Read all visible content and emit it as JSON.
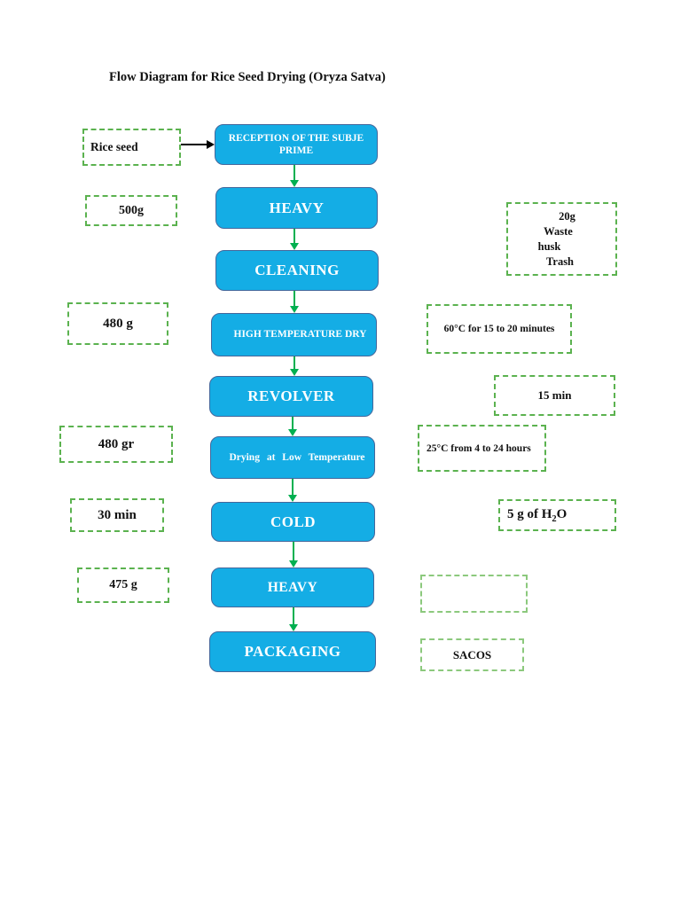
{
  "page": {
    "title": "Flow Diagram for Rice Seed Drying (Oryza Satva)"
  },
  "colors": {
    "process_fill": "#14ade5",
    "process_border": "#44679b",
    "arrow_green": "#00b050",
    "dashed_border": "#5bb24f",
    "arrow_black": "#000000"
  },
  "process_steps": [
    {
      "id": "reception",
      "lines": [
        "RECEPTION OF THE SUBJE",
        "PRIME"
      ]
    },
    {
      "id": "heavy-1",
      "label": "HEAVY"
    },
    {
      "id": "cleaning",
      "label": "CLEANING"
    },
    {
      "id": "high-temp-drying",
      "label": "HIGH TEMPERATURE DRY"
    },
    {
      "id": "revolver",
      "label": "REVOLVER"
    },
    {
      "id": "low-temp-drying",
      "label": "Drying at Low Temperature"
    },
    {
      "id": "cold",
      "label": "COLD"
    },
    {
      "id": "heavy-2",
      "label": "HEAVY"
    },
    {
      "id": "packaging",
      "label": "PACKAGING"
    }
  ],
  "annotations": {
    "rice_seed": "Rice seed",
    "qty_500g": "500g",
    "waste_lines": [
      "20g",
      "Waste",
      "husk",
      "Trash"
    ],
    "qty_480g": "480 g",
    "temp_60c": "60°C for 15 to 20 minutes",
    "time_15min": "15 min",
    "qty_480gr": "480 gr",
    "temp_25c": "25°C from 4 to 24 hours",
    "time_30min": "30 min",
    "h2o": {
      "prefix": "5 g of H",
      "sub": "2",
      "suffix": "O"
    },
    "qty_475g": "475 g",
    "empty_note": "",
    "sacos": "SACOS"
  }
}
